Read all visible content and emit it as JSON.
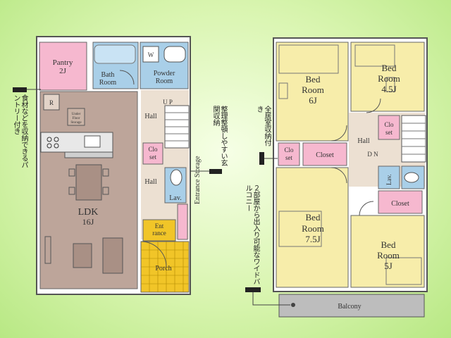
{
  "floor1": {
    "rooms": {
      "pantry": "Pantry",
      "pantry_size": "2J",
      "bath": "Bath",
      "bath2": "Room",
      "powder": "Powder",
      "powder2": "Room",
      "w": "W",
      "r": "R",
      "underfloor": "Under",
      "underfloor2": "Floor",
      "underfloor3": "Storage",
      "up": "U P",
      "hall_upper": "Hall",
      "hall_lower": "Hall",
      "closet": "Clo",
      "closet2": "set",
      "ldk": "LDK",
      "ldk_size": "16J",
      "lav": "Lav.",
      "entrance": "Ent",
      "entrance2": "rance",
      "porch": "Porch",
      "entrance_storage": "Entrance Storage"
    },
    "notes": {
      "pantry_note": "食材などを収納できるパントリー付き",
      "entrance_note": "整理整頓しやすい玄関収納"
    }
  },
  "floor2": {
    "rooms": {
      "bed6_a": "Bed",
      "bed6_b": "Room",
      "bed6_c": "6J",
      "bed45_a": "Bed",
      "bed45_b": "Room",
      "bed45_c": "4.5J",
      "bed75_a": "Bed",
      "bed75_b": "Room",
      "bed75_c": "7.5J",
      "bed5_a": "Bed",
      "bed5_b": "Room",
      "bed5_c": "5J",
      "closet_mid": "Closet",
      "closet_right": "Closet",
      "closet_small_a": "Clo",
      "closet_small_b": "set",
      "closet_left_a": "Clo",
      "closet_left_b": "set",
      "hall": "Hall",
      "dn": "D N",
      "lav": "Lav.",
      "balcony": "Balcony"
    },
    "notes": {
      "storage_note": "全居室収納付き",
      "balcony_note": "２部屋から出入り可能なワイドバルコニー"
    }
  },
  "colors": {
    "pantry": "#f6b8cf",
    "bath": "#a9cfe8",
    "ldk": "#bda59a",
    "bedroom": "#f7edaa",
    "closet": "#f6b8cf",
    "porch": "#f1c528",
    "hall": "#ece0d2",
    "balcony": "#bdbdbd"
  }
}
